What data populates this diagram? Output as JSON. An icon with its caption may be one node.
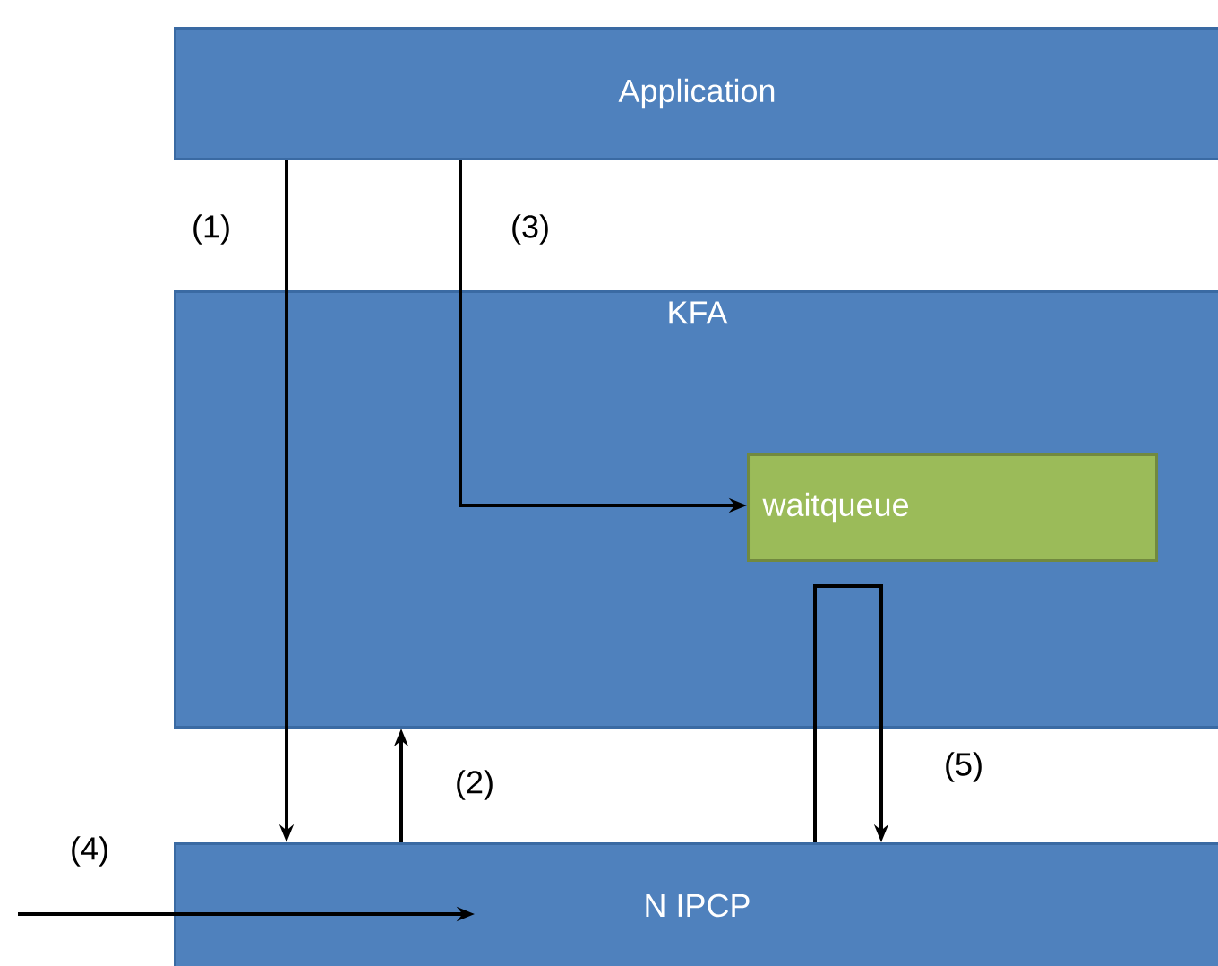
{
  "diagram": {
    "nodes": [
      {
        "text": [
          "Application"
        ]
      },
      {
        "text": [
          "KFA"
        ]
      },
      {
        "text": [
          "waitqueue"
        ],
        "in": 1
      },
      {
        "text": [
          "N IPCP"
        ]
      }
    ],
    "edges": [
      {
        "from": 0,
        "to": 3,
        "arrow": "to",
        "label": "(1)"
      },
      {
        "from": 3,
        "to": 1,
        "arrow": "to",
        "label": "(2)"
      },
      {
        "from": 0,
        "to": 2,
        "arrow": "to",
        "label": "(3)"
      },
      {
        "from": null,
        "to": 3,
        "arrow": "to",
        "label": "(4)"
      },
      {
        "from": 3,
        "to": 3,
        "arrow": "to",
        "label": "(5)"
      }
    ]
  }
}
